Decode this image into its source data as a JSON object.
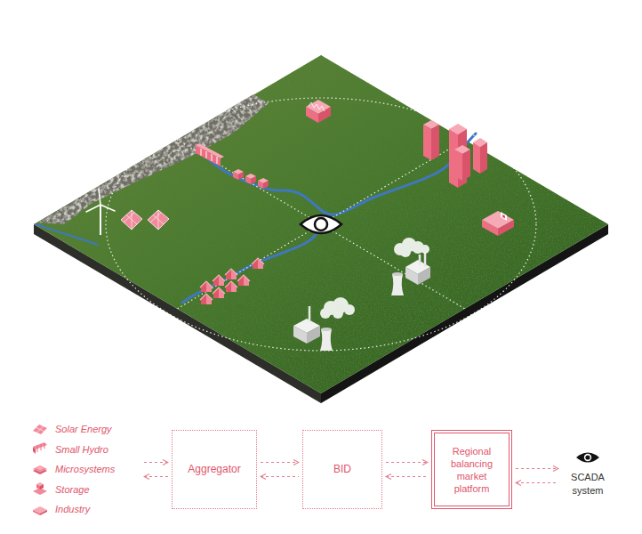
{
  "diagram": {
    "nodes": [
      {
        "text": [
          "Solar Energy",
          "Small Hydro",
          "Microsystems",
          "Storage",
          "Industry"
        ]
      },
      {
        "text": [
          "Aggregator"
        ]
      },
      {
        "text": [
          "BID"
        ]
      },
      {
        "text": [
          "Regional balancing market platform"
        ]
      },
      {
        "text": [
          "SCADA system"
        ]
      }
    ],
    "edges": [
      {
        "from": 0,
        "to": 1,
        "arrow": "both"
      },
      {
        "from": 1,
        "to": 2,
        "arrow": "both"
      },
      {
        "from": 2,
        "to": 3,
        "arrow": "both"
      },
      {
        "from": 3,
        "to": 4,
        "arrow": "both"
      }
    ]
  }
}
